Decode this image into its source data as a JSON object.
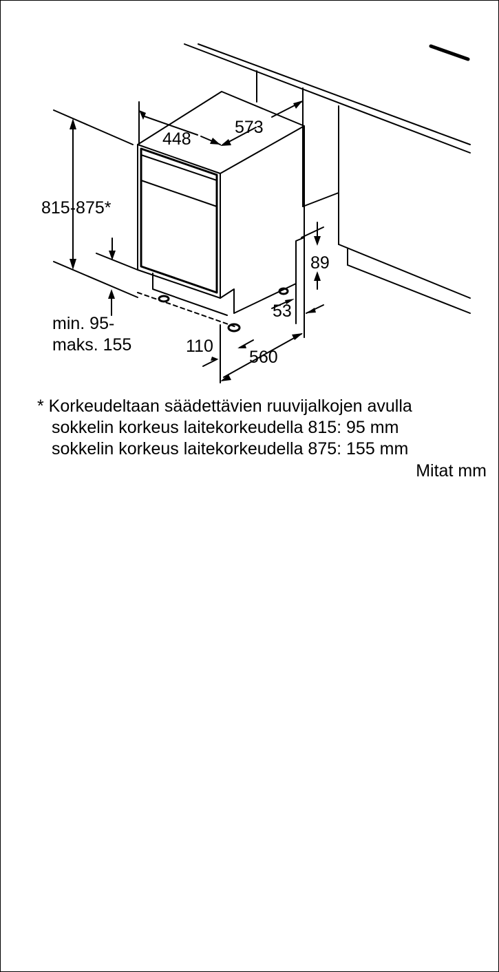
{
  "diagram": {
    "dimensions": {
      "width": "448",
      "depth": "573",
      "height": "815-875*",
      "plinth_min": "min. 95-",
      "plinth_max": "maks. 155",
      "toe_setback": "110",
      "depth_bottom": "560",
      "plinth_offset": "53",
      "recess_height": "89"
    }
  },
  "footnote": {
    "line1": "* Korkeudeltaan säädettävien ruuvijalkojen avulla",
    "line2": "sokkelin korkeus laitekorkeudella 815: 95 mm",
    "line3": "sokkelin korkeus laitekorkeudella 875: 155 mm",
    "units": "Mitat mm"
  }
}
